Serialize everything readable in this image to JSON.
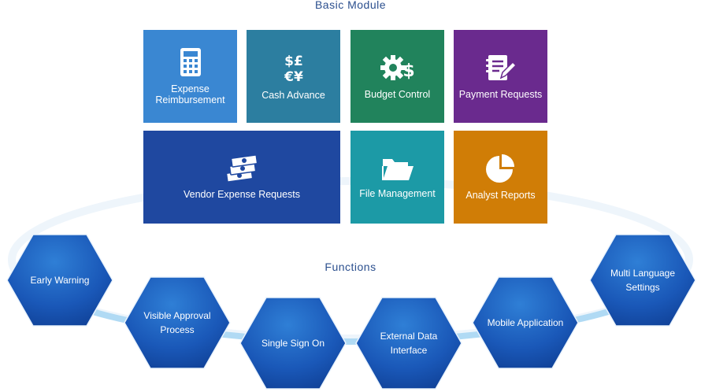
{
  "basic_module": {
    "title": "Basic Module",
    "tiles": [
      {
        "label": "Expense Reimbursement",
        "icon": "calculator-icon",
        "color": "#3a87d2"
      },
      {
        "label": "Cash Advance",
        "icon": "currency-icon",
        "color": "#2c7ea0"
      },
      {
        "label": "Budget Control",
        "icon": "gear-dollar-icon",
        "color": "#21835c"
      },
      {
        "label": "Payment Requests",
        "icon": "document-pen-icon",
        "color": "#6a2a8e"
      },
      {
        "label": "Vendor Expense Requests",
        "icon": "money-stack-icon",
        "color": "#1f48a0"
      },
      {
        "label": "File Management",
        "icon": "folder-icon",
        "color": "#1c9aa6"
      },
      {
        "label": "Analyst Reports",
        "icon": "pie-chart-icon",
        "color": "#d07d06"
      }
    ]
  },
  "functions": {
    "title": "Functions",
    "items": [
      {
        "label": "Early Warning"
      },
      {
        "label": "Visible Approval Process"
      },
      {
        "label": "Single Sign On"
      },
      {
        "label": "External Data Interface"
      },
      {
        "label": "Mobile Application"
      },
      {
        "label": "Multi Language Settings"
      }
    ]
  }
}
